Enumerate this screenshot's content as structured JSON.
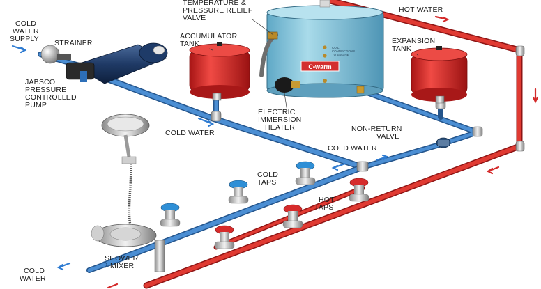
{
  "labels": {
    "cold_water_supply": [
      "COLD",
      "WATER",
      "SUPPLY"
    ],
    "strainer": "STRAINER",
    "pump": [
      "JABSCO",
      "PRESSURE",
      "CONTROLLED",
      "PUMP"
    ],
    "temp_valve": [
      "TEMPERATURE &",
      "PRESSURE RELIEF",
      "VALVE"
    ],
    "accumulator": [
      "ACCUMULATOR",
      "TANK"
    ],
    "expansion": [
      "EXPANSION",
      "TANK"
    ],
    "hot_water_top": "HOT WATER",
    "heater": [
      "ELECTRIC",
      "IMMERSION",
      "HEATER"
    ],
    "cold_water_mid": "COLD WATER",
    "non_return": [
      "NON-RETURN",
      "VALVE"
    ],
    "cold_water_right": "COLD WATER",
    "cold_taps": [
      "COLD",
      "TAPS"
    ],
    "hot_taps": [
      "HOT",
      "TAPS"
    ],
    "shower_mixer": [
      "SHOWER",
      "MIXER"
    ],
    "cold_water_out": [
      "COLD",
      "WATER"
    ],
    "brand": "C•warm",
    "tank_text": [
      "COIL",
      "CONNECTIONS",
      "TO ENGINE"
    ]
  },
  "colors": {
    "cold_pipe": "#3f7fc4",
    "hot_pipe": "#d42a2a",
    "tank_blue": "#8fc7dc",
    "red_tank": "#d9282a",
    "flow_arrow_cold": "#2e7bd1",
    "flow_arrow_hot": "#d42a2a"
  }
}
